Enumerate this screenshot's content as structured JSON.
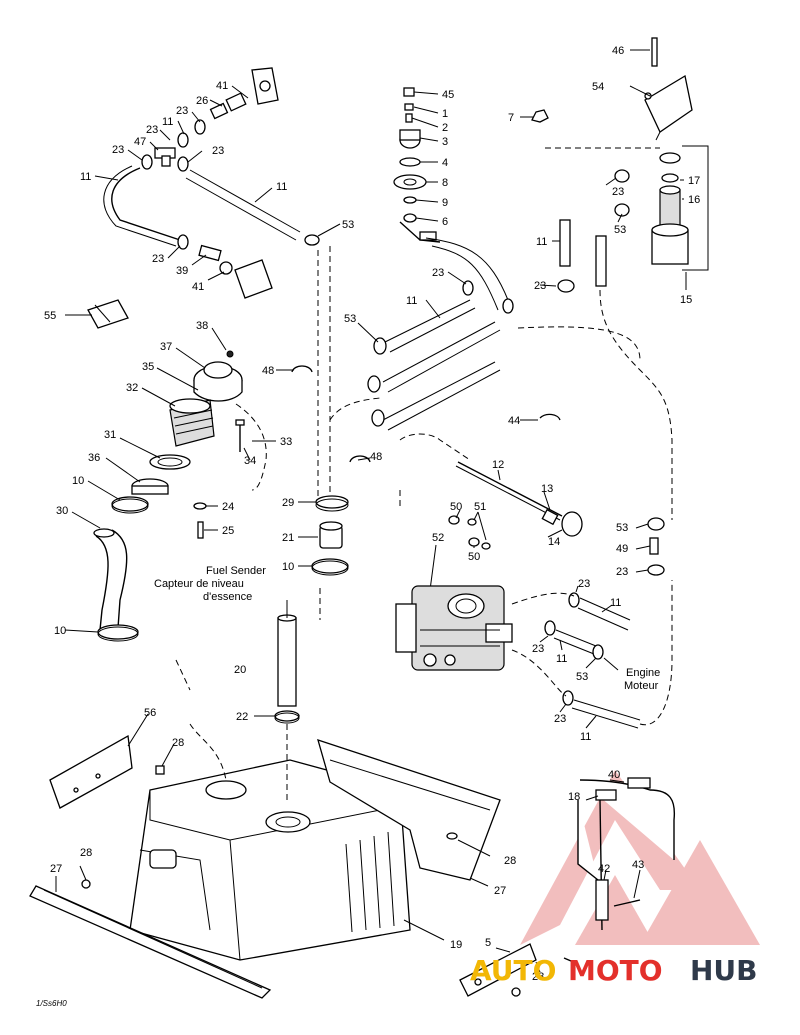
{
  "labels": {
    "n1": "1",
    "n2": "2",
    "n3": "3",
    "n4": "4",
    "n5": "5",
    "n6": "6",
    "n7": "7",
    "n8": "8",
    "n9": "9",
    "n10a": "10",
    "n10b": "10",
    "n10c": "10",
    "n11a": "11",
    "n11b": "11",
    "n11c": "11",
    "n11d": "11",
    "n11e": "11",
    "n11f": "11",
    "n11g": "11",
    "n11h": "11",
    "n12": "12",
    "n13": "13",
    "n14": "14",
    "n15": "15",
    "n16": "16",
    "n17": "17",
    "n18": "18",
    "n19": "19",
    "n20": "20",
    "n21": "21",
    "n22": "22",
    "n23a": "23",
    "n23b": "23",
    "n23c": "23",
    "n23d": "23",
    "n23e": "23",
    "n23f": "23",
    "n23g": "23",
    "n23h": "23",
    "n23i": "23",
    "n23j": "23",
    "n23k": "23",
    "n23l": "23",
    "n24": "24",
    "n25": "25",
    "n26": "26",
    "n27a": "27",
    "n27b": "27",
    "n28a": "28",
    "n28b": "28",
    "n28c": "28",
    "n28d": "28",
    "n29": "29",
    "n30": "30",
    "n31": "31",
    "n32": "32",
    "n33": "33",
    "n34": "34",
    "n35": "35",
    "n36": "36",
    "n37": "37",
    "n38": "38",
    "n39": "39",
    "n40": "40",
    "n41a": "41",
    "n41b": "41",
    "n42": "42",
    "n43": "43",
    "n44": "44",
    "n45": "45",
    "n46": "46",
    "n47": "47",
    "n48a": "48",
    "n48b": "48",
    "n49": "49",
    "n50a": "50",
    "n50b": "50",
    "n51": "51",
    "n52": "52",
    "n53a": "53",
    "n53b": "53",
    "n53c": "53",
    "n53d": "53",
    "n53e": "53",
    "n54": "54",
    "n55": "55",
    "n56": "56"
  },
  "captions": {
    "fuel_sender_en": "Fuel Sender",
    "fuel_sender_fr_1": "Capteur de niveau",
    "fuel_sender_fr_2": "d'essence",
    "engine_en": "Engine",
    "engine_fr": "Moteur"
  },
  "drawing_code": "1/Ss6H0",
  "watermark": {
    "text_a": "AUTO",
    "text_b": "MOTO",
    "text_c": "HUB",
    "color_a": "#f2b705",
    "color_b": "#e3302b",
    "color_c": "#2f3a4a"
  }
}
